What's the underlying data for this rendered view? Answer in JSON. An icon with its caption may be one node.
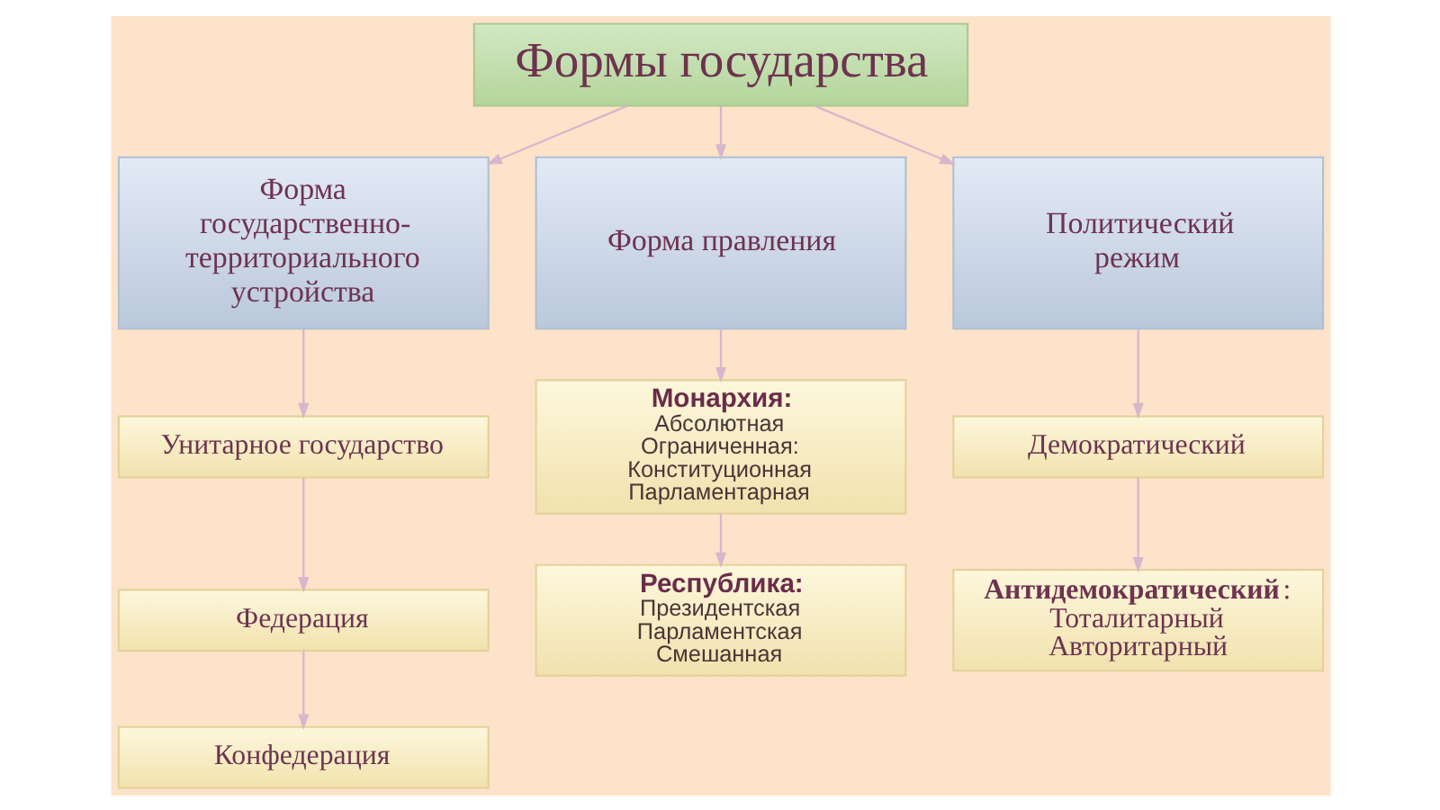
{
  "diagram": {
    "nodes": [
      {
        "text": [
          "Формы государства"
        ]
      },
      {
        "text": [
          "Форма государственно-территориального устройства"
        ]
      },
      {
        "text": [
          "Форма правления"
        ]
      },
      {
        "text": [
          "Политический режим"
        ]
      },
      {
        "text": [
          "Унитарное государство"
        ]
      },
      {
        "text": [
          "Федерация"
        ]
      },
      {
        "text": [
          "Конфедерация"
        ]
      },
      {
        "text": [
          "Монархия:",
          "Абсолютная",
          "Ограниченная:",
          "Конституционная",
          "Парламентарная"
        ]
      },
      {
        "text": [
          "Республика:",
          "Президентская",
          "Парламентская",
          "Смешанная"
        ]
      },
      {
        "text": [
          "Демократический"
        ]
      },
      {
        "text": [
          "**Антидемократический**:",
          "Тоталитарный",
          "Авторитарный"
        ]
      }
    ],
    "edges": [
      {
        "from": 0,
        "to": 1,
        "arrow": "to"
      },
      {
        "from": 0,
        "to": 2,
        "arrow": "to"
      },
      {
        "from": 0,
        "to": 3,
        "arrow": "to"
      },
      {
        "from": 1,
        "to": 4,
        "arrow": "to"
      },
      {
        "from": 4,
        "to": 5,
        "arrow": "to"
      },
      {
        "from": 5,
        "to": 6,
        "arrow": "to"
      },
      {
        "from": 2,
        "to": 7,
        "arrow": "to"
      },
      {
        "from": 7,
        "to": 8,
        "arrow": "to"
      },
      {
        "from": 3,
        "to": 9,
        "arrow": "to"
      },
      {
        "from": 9,
        "to": 10,
        "arrow": "to"
      }
    ]
  }
}
